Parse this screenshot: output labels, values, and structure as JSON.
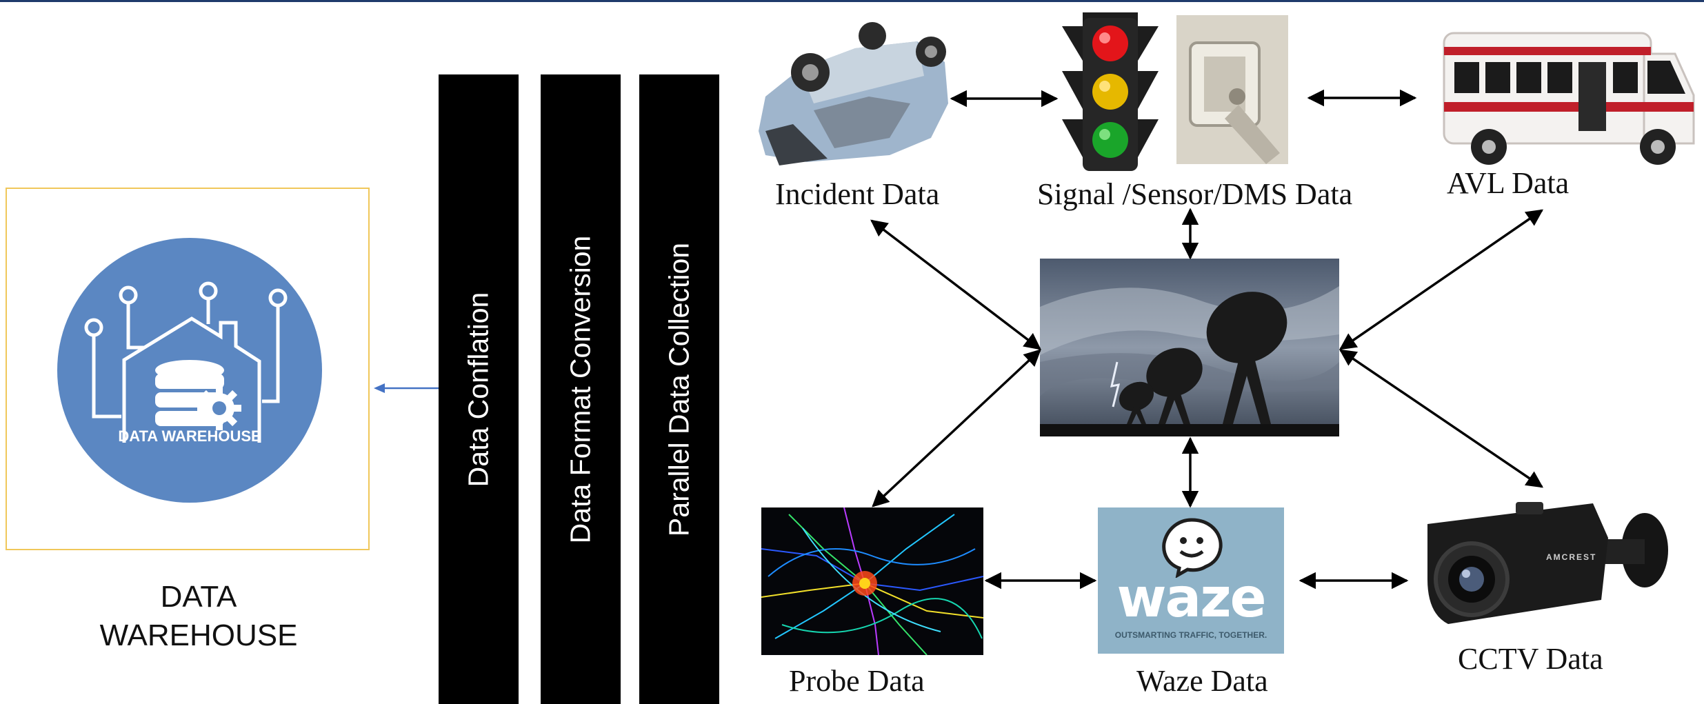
{
  "warehouse": {
    "icon_caption": "DATA WAREHOUSE",
    "title_line1": "DATA",
    "title_line2": "WAREHOUSE",
    "accent_color": "#5b87c2"
  },
  "processing_stages": [
    {
      "label": "Data Conflation"
    },
    {
      "label": "Data Format Conversion"
    },
    {
      "label": "Parallel Data Collection"
    }
  ],
  "sources": {
    "incident": "Incident Data",
    "signal": "Signal /Sensor/DMS Data",
    "avl": "AVL Data",
    "probe": "Probe Data",
    "waze": "Waze Data",
    "cctv": "CCTV Data"
  },
  "waze_logo": {
    "wordmark": "waze",
    "tagline": "OUTSMARTING TRAFFIC, TOGETHER."
  },
  "camera_brand": "AMCREST",
  "colors": {
    "bar": "#000000",
    "waze_bg": "#8fb3c8",
    "arrow": "#000000"
  }
}
